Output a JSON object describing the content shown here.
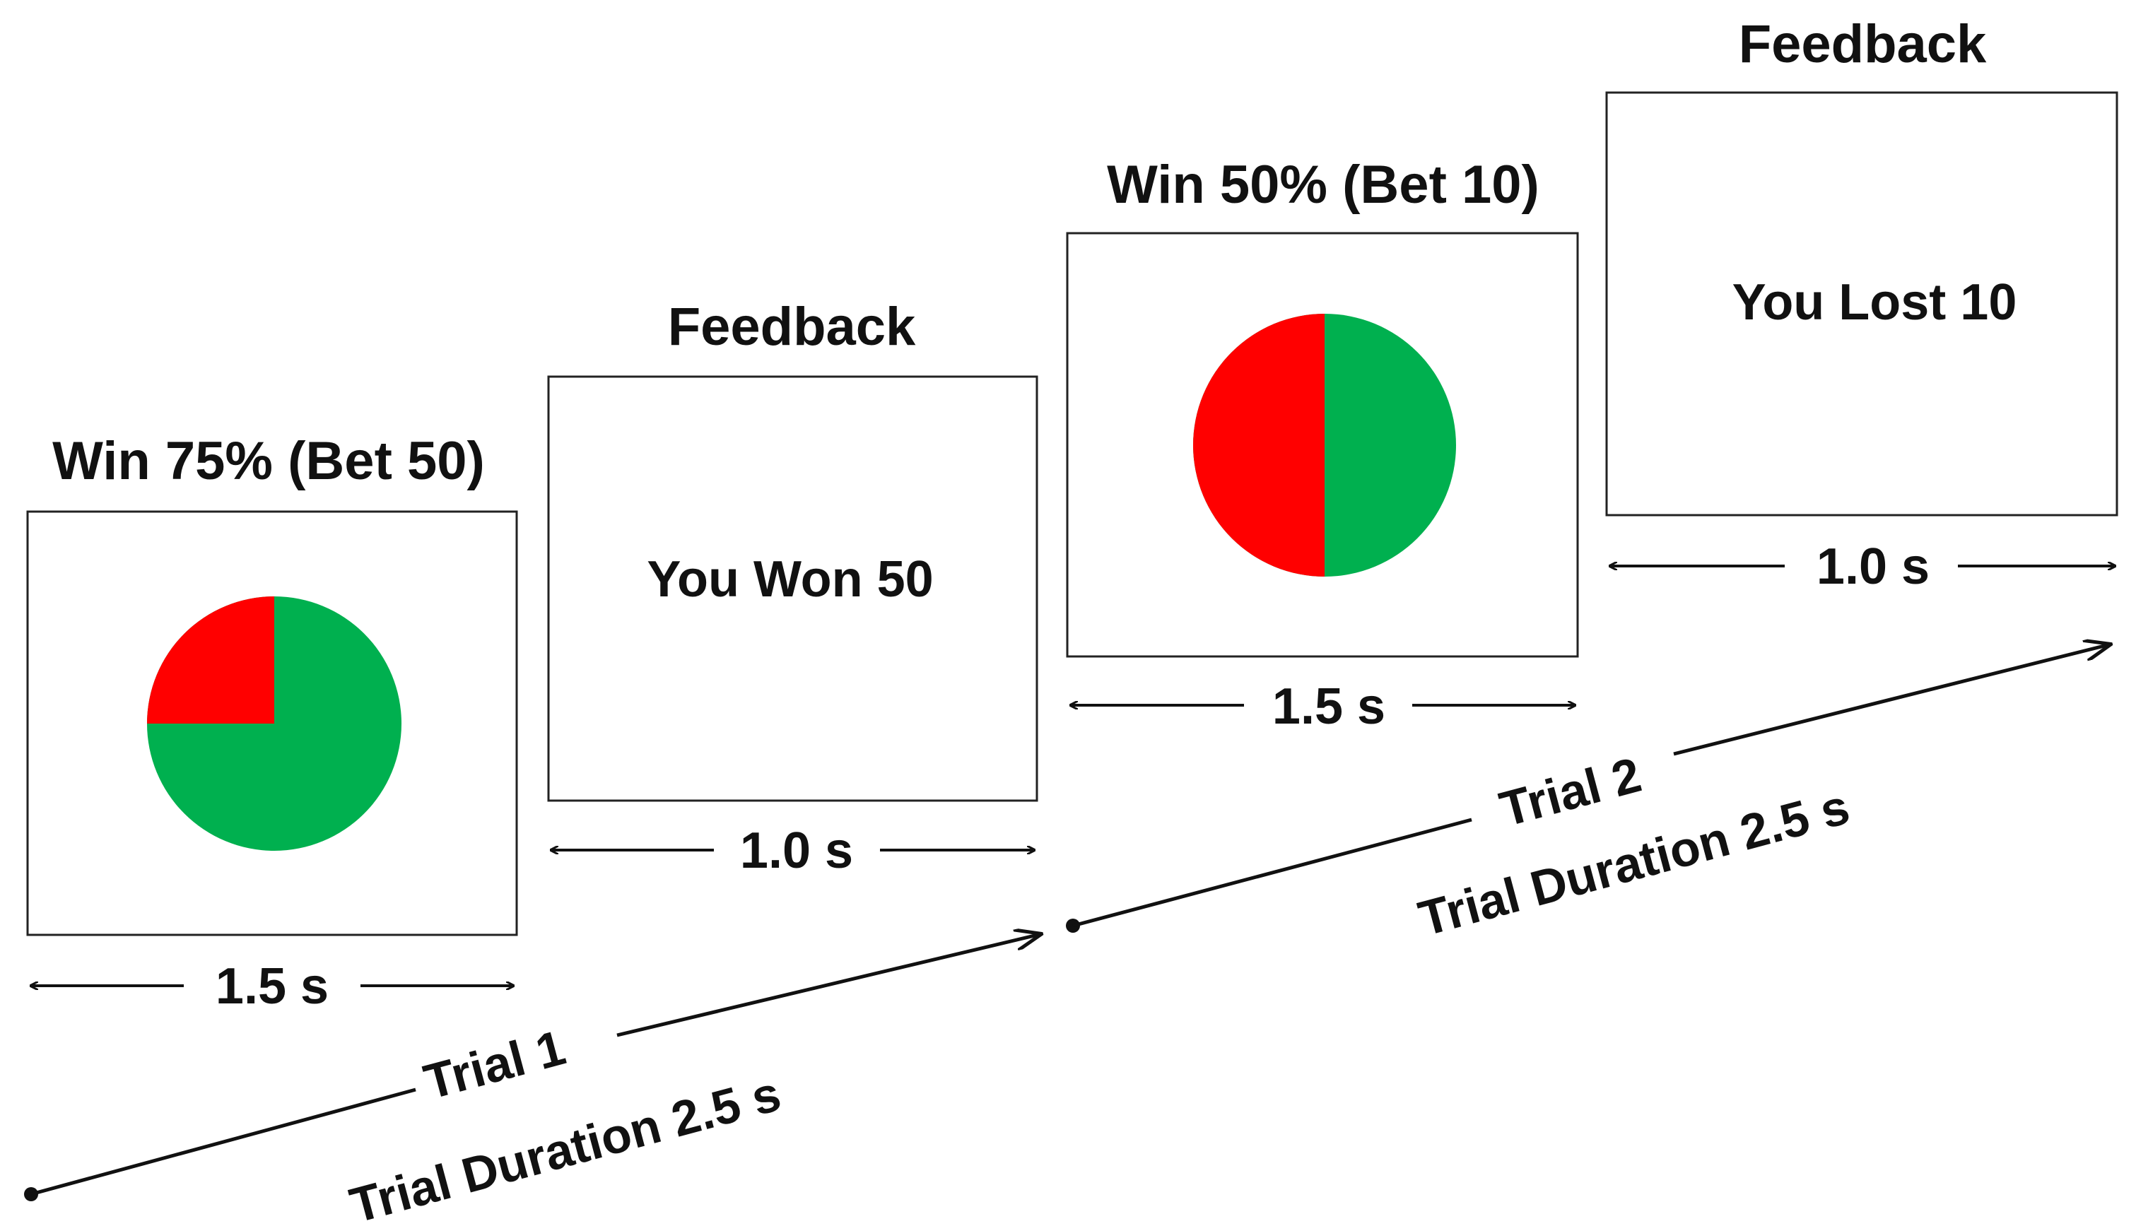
{
  "colors": {
    "win": "#00b04f",
    "lose": "#ff0000",
    "ink": "#111111"
  },
  "screens": [
    {
      "id": "trial1-gamble",
      "title": "Win 75% (Bet 50)",
      "duration": "1.5 s",
      "win_fraction": 0.75
    },
    {
      "id": "trial1-feedback",
      "title": "Feedback",
      "message": "You Won 50",
      "duration": "1.0 s"
    },
    {
      "id": "trial2-gamble",
      "title": "Win 50% (Bet 10)",
      "duration": "1.5 s",
      "win_fraction": 0.5
    },
    {
      "id": "trial2-feedback",
      "title": "Feedback",
      "message": "You Lost 10",
      "duration": "1.0 s"
    }
  ],
  "trials": [
    {
      "name": "Trial 1",
      "duration_label": "Trial Duration 2.5 s"
    },
    {
      "name": "Trial 2",
      "duration_label": "Trial Duration 2.5 s"
    }
  ]
}
